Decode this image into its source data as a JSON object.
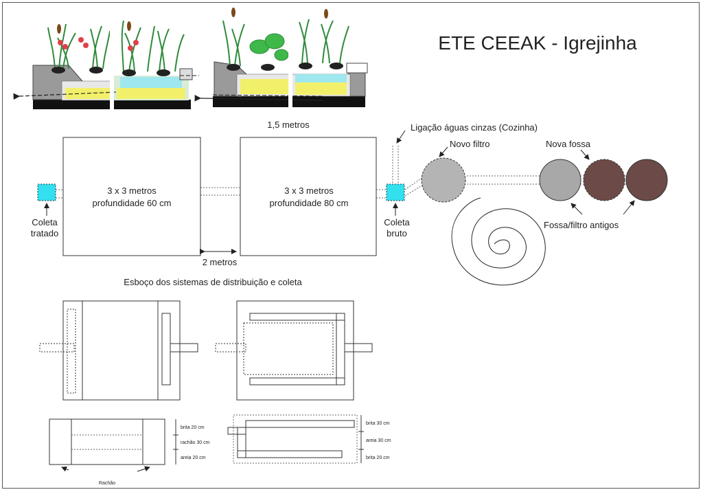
{
  "title": "ETE CEEAK - Igrejinha",
  "labels": {
    "cross_section_width": "1,5 metros",
    "tank1_size": "3 x 3 metros",
    "tank1_depth": "profundidade 60 cm",
    "tank2_size": "3 x 3 metros",
    "tank2_depth": "profundidade 80 cm",
    "gap": "2 metros",
    "greywater": "Ligação águas cinzas (Cozinha)",
    "new_filter": "Novo filtro",
    "new_septic": "Nova fossa",
    "old_septic": "Fossa/filtro antigos",
    "collect_treated_1": "Coleta",
    "collect_treated_2": "tratado",
    "collect_raw_1": "Coleta",
    "collect_raw_2": "bruto",
    "sketch_title": "Esboço dos sistemas de distribuição e coleta",
    "layer1_brita": "brita 20 cm",
    "layer1_rachao": "rachão 30 cm",
    "layer1_areia": "areia 20 cm",
    "layer1_bottom": "Rachão",
    "layer2_brita30": "brita 30 cm",
    "layer2_areia": "areia 30 cm",
    "layer2_brita20": "brita 20 cm"
  },
  "colors": {
    "collect_box": "#33e0f0",
    "new_filter": "#b4b4b4",
    "old_grey": "#a8a8a8",
    "old_brown": "#6b4a47",
    "gravel_yellow": "#f2f06a",
    "water_cyan": "#9ee7ef",
    "leaf_green": "#3fb84a",
    "flower_red": "#e0404a"
  }
}
